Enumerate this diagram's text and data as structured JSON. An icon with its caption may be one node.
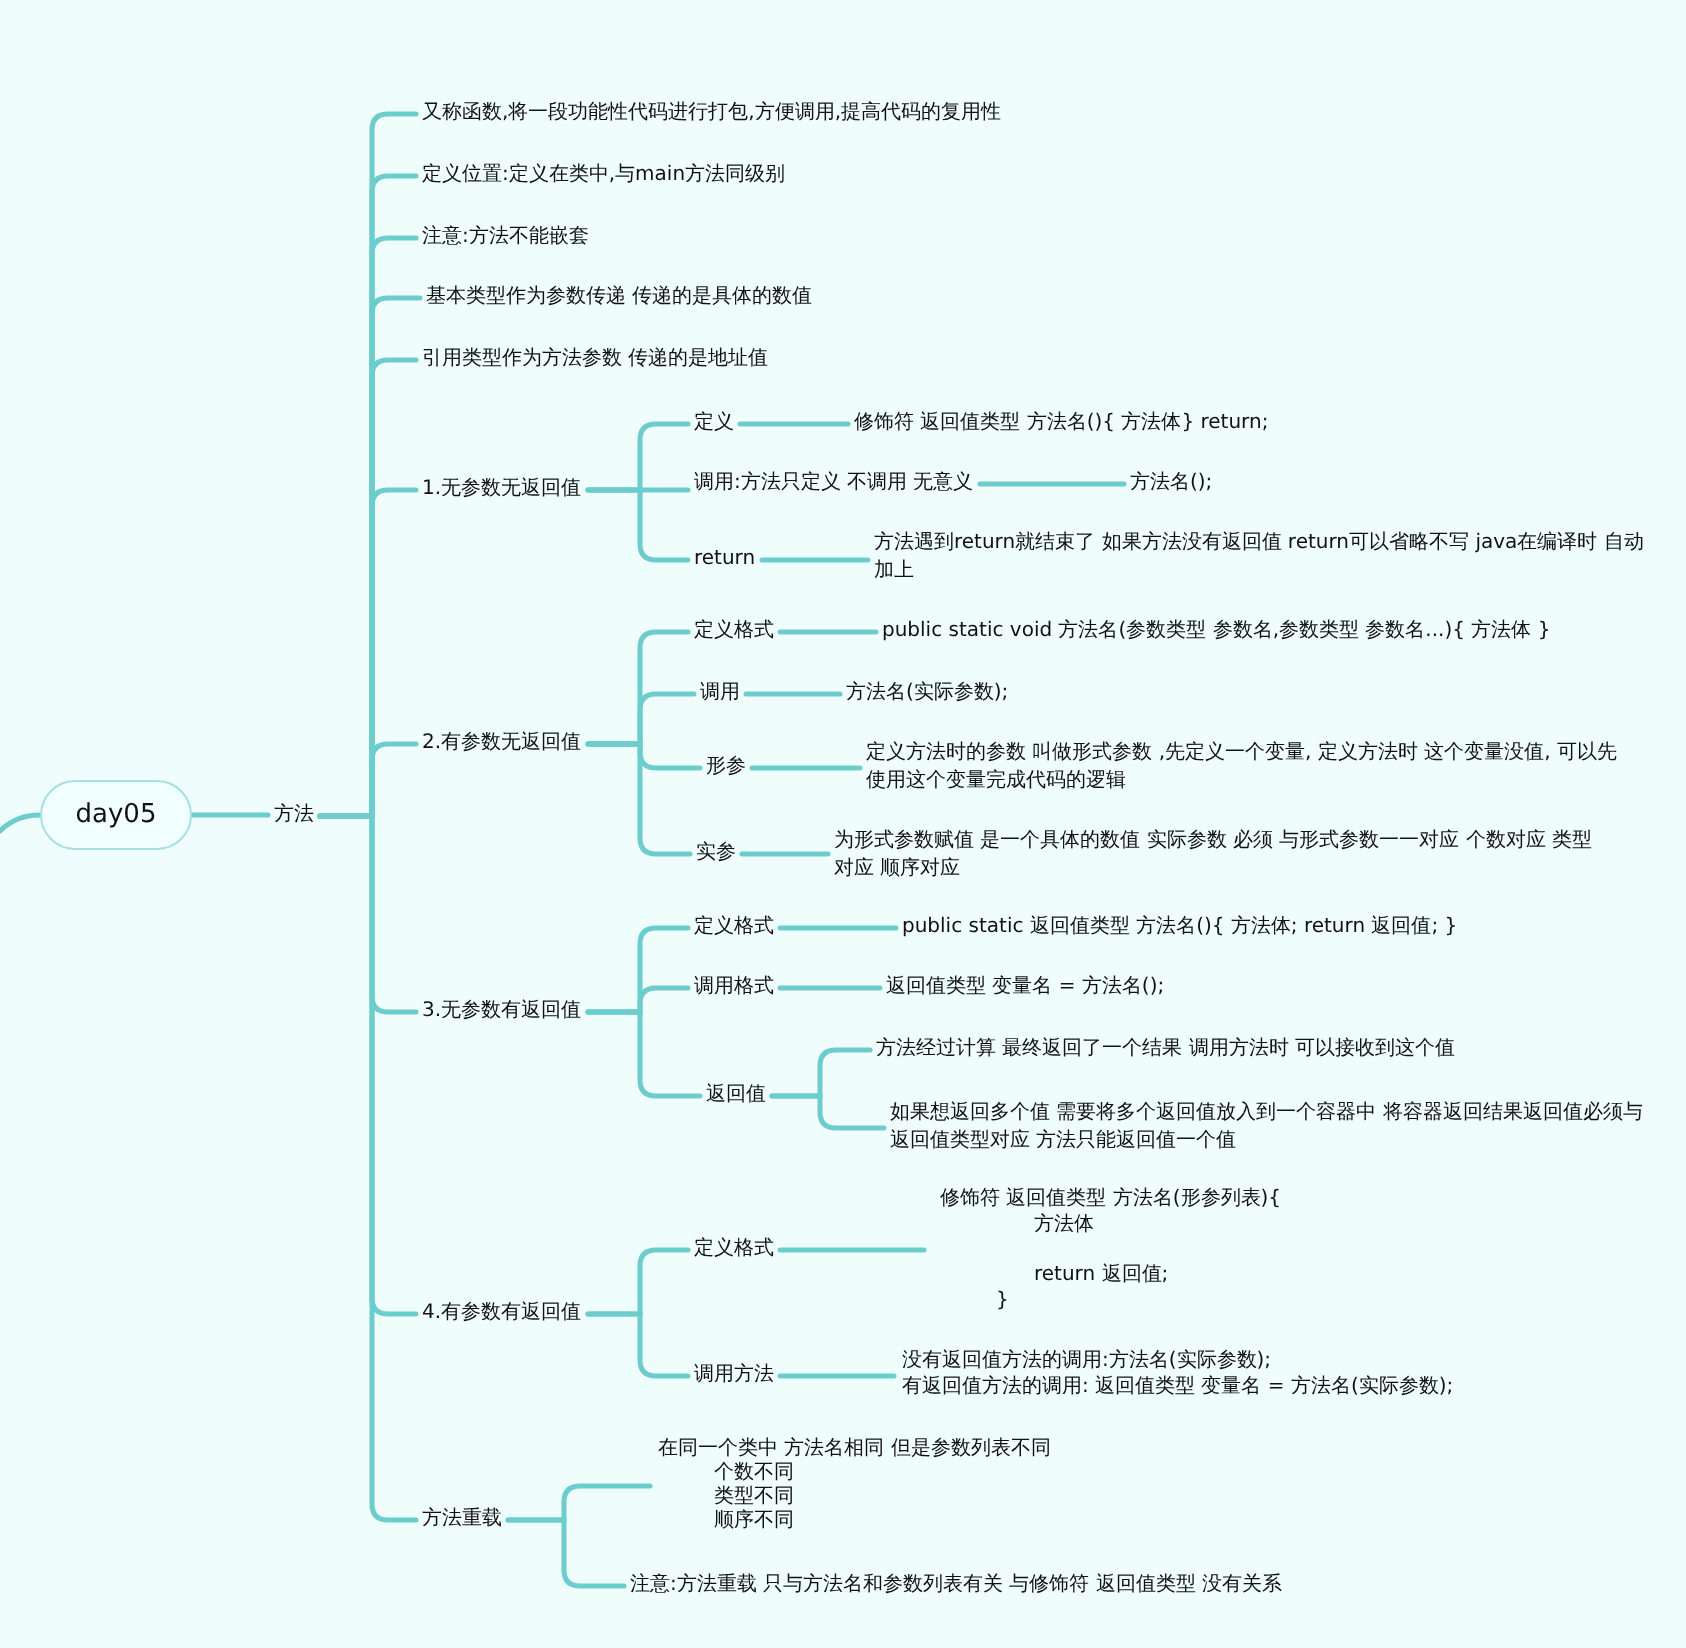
{
  "diagram": {
    "nodes": [
      {
        "text": [
          "day05"
        ]
      },
      {
        "text": [
          "方法"
        ]
      },
      {
        "text": [
          "又称函数,将一段功能性代码进行打包,方便调用,提高代码的复用性"
        ]
      },
      {
        "text": [
          "定义位置:定义在类中,与main方法同级别"
        ]
      },
      {
        "text": [
          "注意:方法不能嵌套"
        ]
      },
      {
        "text": [
          "基本类型作为参数传递 传递的是具体的数值"
        ]
      },
      {
        "text": [
          "引用类型作为方法参数 传递的是地址值"
        ]
      },
      {
        "text": [
          "1.无参数无返回值"
        ]
      },
      {
        "text": [
          "定义"
        ]
      },
      {
        "text": [
          "修饰符  返回值类型  方法名(){ 方法体} return;"
        ]
      },
      {
        "text": [
          "调用:方法只定义 不调用  无意义"
        ]
      },
      {
        "text": [
          "方法名();"
        ]
      },
      {
        "text": [
          "return"
        ]
      },
      {
        "text": [
          "方法遇到return就结束了 如果方法没有返回值 return可以省略不写   java在编译时 自动加上"
        ]
      },
      {
        "text": [
          "2.有参数无返回值"
        ]
      },
      {
        "text": [
          "定义格式"
        ]
      },
      {
        "text": [
          "public static  void  方法名(参数类型 参数名,参数类型 参数名...){  方法体 }"
        ]
      },
      {
        "text": [
          "调用"
        ]
      },
      {
        "text": [
          "方法名(实际参数);"
        ]
      },
      {
        "text": [
          "形参"
        ]
      },
      {
        "text": [
          "定义方法时的参数 叫做形式参数 ,先定义一个变量, 定义方法时 这个变量没值, 可以先使用这个变量完成代码的逻辑"
        ]
      },
      {
        "text": [
          "实参"
        ]
      },
      {
        "text": [
          "为形式参数赋值 是一个具体的数值    实际参数 必须 与形式参数一一对应  个数对应 类型对应 顺序对应"
        ]
      },
      {
        "text": [
          "3.无参数有返回值"
        ]
      },
      {
        "text": [
          "定义格式"
        ]
      },
      {
        "text": [
          "public static 返回值类型 方法名(){     方法体;    return 返回值;     }"
        ]
      },
      {
        "text": [
          "调用格式"
        ]
      },
      {
        "text": [
          "返回值类型 变量名 =  方法名();"
        ]
      },
      {
        "text": [
          "返回值"
        ]
      },
      {
        "text": [
          "方法经过计算 最终返回了一个结果 调用方法时 可以接收到这个值"
        ]
      },
      {
        "text": [
          "如果想返回多个值 需要将多个返回值放入到一个容器中 将容器返回结果返回值必须与返回值类型对应  方法只能返回值一个值"
        ]
      },
      {
        "text": [
          "4.有参数有返回值"
        ]
      },
      {
        "text": [
          "定义格式"
        ]
      },
      {
        "text": [
          "修饰符  返回值类型 方法名(形参列表){",
          "方法体",
          "return 返回值;",
          "}"
        ]
      },
      {
        "text": [
          "调用方法"
        ]
      },
      {
        "text": [
          "没有返回值方法的调用:方法名(实际参数);",
          "有返回值方法的调用: 返回值类型 变量名 = 方法名(实际参数);"
        ]
      },
      {
        "text": [
          "方法重载"
        ]
      },
      {
        "text": [
          "在同一个类中 方法名相同 但是参数列表不同",
          "个数不同",
          "类型不同",
          "顺序不同"
        ]
      },
      {
        "text": [
          "注意:方法重载 只与方法名和参数列表有关  与修饰符 返回值类型 没有关系"
        ]
      }
    ],
    "edges": [
      {
        "from": null,
        "to": 0,
        "arrow": "none"
      },
      {
        "from": 0,
        "to": 1,
        "arrow": "none"
      },
      {
        "from": 1,
        "to": 2,
        "arrow": "none"
      },
      {
        "from": 1,
        "to": 3,
        "arrow": "none"
      },
      {
        "from": 1,
        "to": 4,
        "arrow": "none"
      },
      {
        "from": 1,
        "to": 5,
        "arrow": "none"
      },
      {
        "from": 1,
        "to": 6,
        "arrow": "none"
      },
      {
        "from": 1,
        "to": 7,
        "arrow": "none"
      },
      {
        "from": 1,
        "to": 14,
        "arrow": "none"
      },
      {
        "from": 1,
        "to": 23,
        "arrow": "none"
      },
      {
        "from": 1,
        "to": 31,
        "arrow": "none"
      },
      {
        "from": 1,
        "to": 36,
        "arrow": "none"
      },
      {
        "from": 7,
        "to": 8,
        "arrow": "none"
      },
      {
        "from": 7,
        "to": 10,
        "arrow": "none"
      },
      {
        "from": 7,
        "to": 12,
        "arrow": "none"
      },
      {
        "from": 8,
        "to": 9,
        "arrow": "none"
      },
      {
        "from": 10,
        "to": 11,
        "arrow": "none"
      },
      {
        "from": 12,
        "to": 13,
        "arrow": "none"
      },
      {
        "from": 14,
        "to": 15,
        "arrow": "none"
      },
      {
        "from": 14,
        "to": 17,
        "arrow": "none"
      },
      {
        "from": 14,
        "to": 19,
        "arrow": "none"
      },
      {
        "from": 14,
        "to": 21,
        "arrow": "none"
      },
      {
        "from": 15,
        "to": 16,
        "arrow": "none"
      },
      {
        "from": 17,
        "to": 18,
        "arrow": "none"
      },
      {
        "from": 19,
        "to": 20,
        "arrow": "none"
      },
      {
        "from": 21,
        "to": 22,
        "arrow": "none"
      },
      {
        "from": 23,
        "to": 24,
        "arrow": "none"
      },
      {
        "from": 23,
        "to": 26,
        "arrow": "none"
      },
      {
        "from": 23,
        "to": 28,
        "arrow": "none"
      },
      {
        "from": 24,
        "to": 25,
        "arrow": "none"
      },
      {
        "from": 26,
        "to": 27,
        "arrow": "none"
      },
      {
        "from": 28,
        "to": 29,
        "arrow": "none"
      },
      {
        "from": 28,
        "to": 30,
        "arrow": "none"
      },
      {
        "from": 31,
        "to": 32,
        "arrow": "none"
      },
      {
        "from": 31,
        "to": 34,
        "arrow": "none"
      },
      {
        "from": 32,
        "to": 33,
        "arrow": "none"
      },
      {
        "from": 34,
        "to": 35,
        "arrow": "none"
      },
      {
        "from": 36,
        "to": 37,
        "arrow": "none"
      },
      {
        "from": 36,
        "to": 38,
        "arrow": "none"
      }
    ]
  }
}
